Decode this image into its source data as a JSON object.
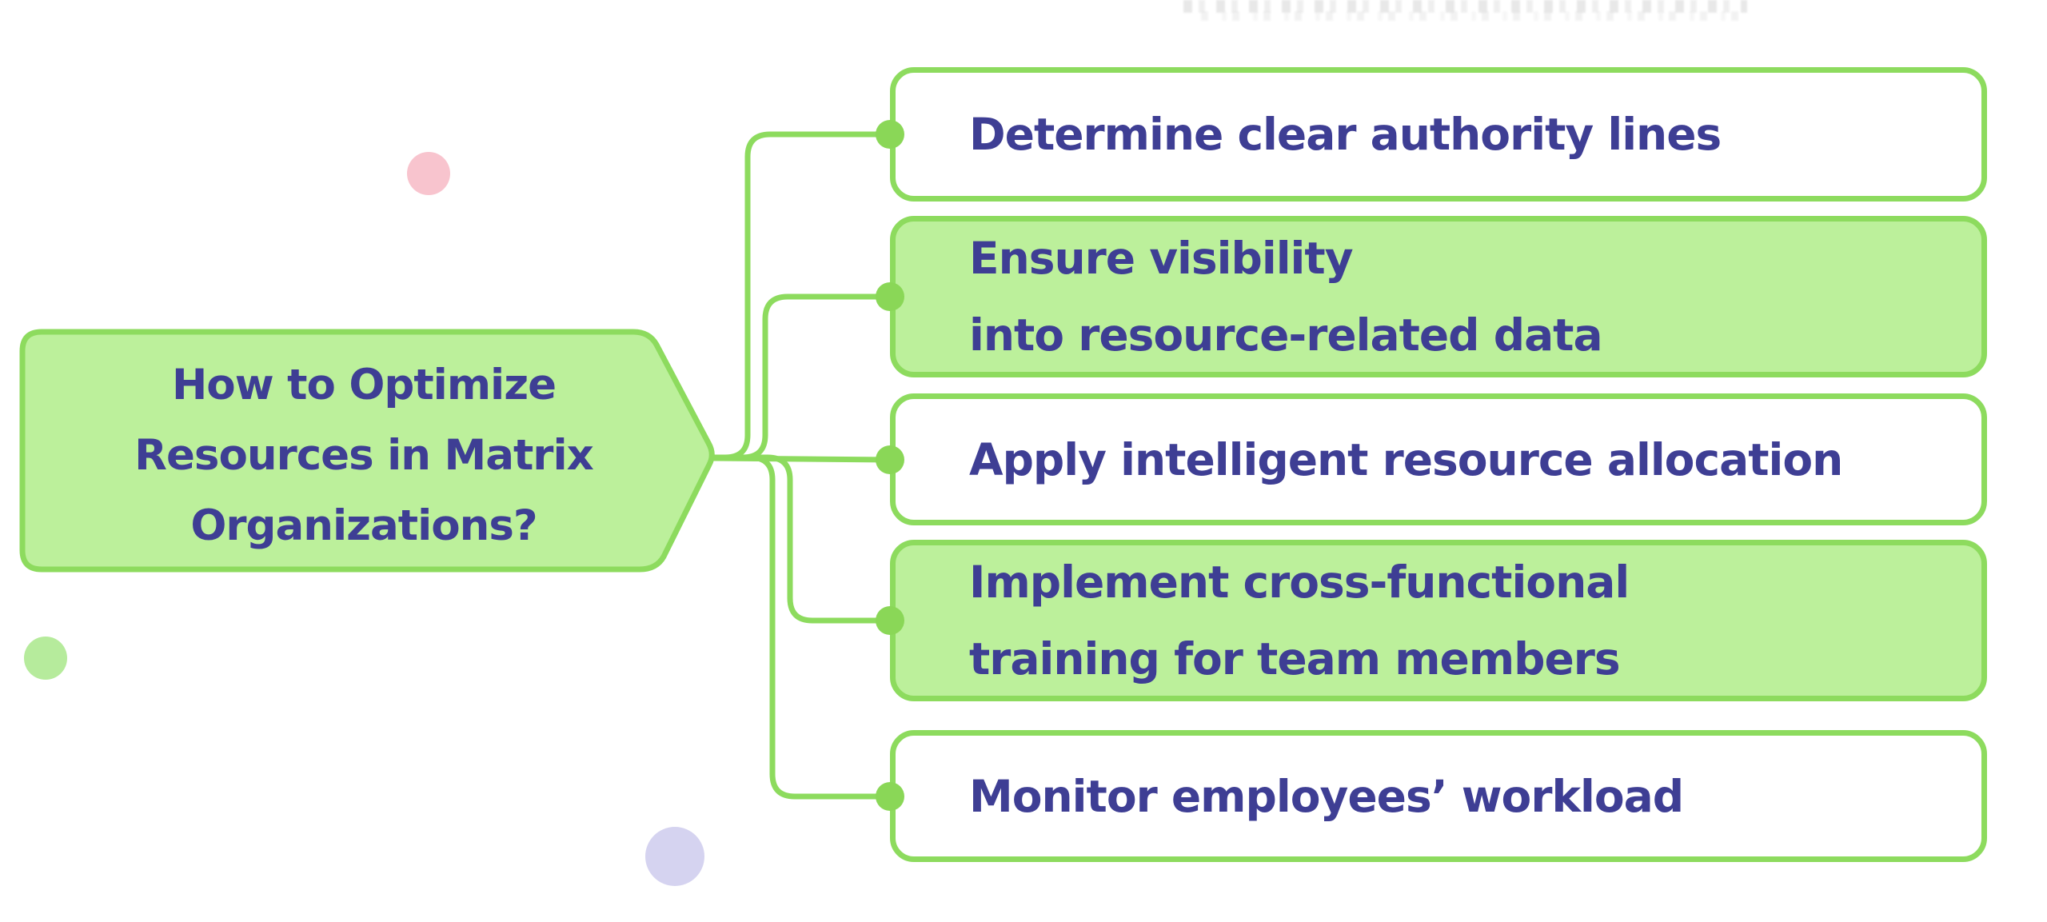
{
  "diagram": {
    "type": "mindmap",
    "central": {
      "line1": "How to Optimize",
      "line2": "Resources in Matrix",
      "line3": "Organizations?"
    },
    "branches": [
      {
        "label": "Determine clear authority lines",
        "line1": "Determine clear authority lines",
        "line2": "",
        "highlighted": false
      },
      {
        "label": "Ensure visibility into resource-related data",
        "line1": "Ensure visibility",
        "line2": "into resource-related data",
        "highlighted": true
      },
      {
        "label": "Apply intelligent resource allocation",
        "line1": "Apply intelligent resource allocation",
        "line2": "",
        "highlighted": false
      },
      {
        "label": "Implement cross-functional training for team members",
        "line1": "Implement cross-functional",
        "line2": "training for team members",
        "highlighted": true
      },
      {
        "label": "Monitor employees’ workload",
        "line1": "Monitor employees’ workload",
        "line2": "",
        "highlighted": false
      }
    ]
  },
  "colors": {
    "green_border": "#8ddb5e",
    "green_fill": "#bcf09b",
    "dot_green": "#8ad757",
    "text_indigo": "#3e3e94",
    "deco_pink": "#f8c4ce",
    "deco_green": "#b6eb9c",
    "deco_lavender": "#d5d3f0",
    "background": "#ffffff"
  }
}
